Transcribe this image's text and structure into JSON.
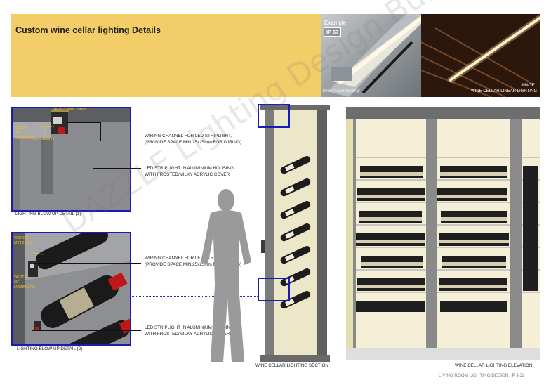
{
  "header": {
    "title": "Custom wine cellar lighting Details",
    "example_label": "Example",
    "ip_badge": "IP 67",
    "photo_url": "https://luxlu.lighting/",
    "image_caption_line1": "IMAGE :",
    "image_caption_line2": "WINE CELLAR LINEAR LIGHTING"
  },
  "detail1": {
    "varies_label": "VARIES/MIN 25mm",
    "depth_label_1": "DEPTH",
    "depth_label_2": "OF",
    "depth_label_3": "LUMINAIRE",
    "caption": "LIGHTING BLOW-UP DETAIL (1)",
    "note_wiring_1": "WIRING CHANNEL FOR LED STRIPLIGHT,",
    "note_wiring_2": "(PROVIDE SPACE MIN.25x25mm FOR WIRING)",
    "note_led_1": "LED STRIPLIGHT IN ALUMINIUM HOUSING",
    "note_led_2": "WITH FROSTED/MILKY ACRYLIC COVER"
  },
  "detail2": {
    "varies_label_1": "VARIES/",
    "varies_label_2": "MIN 25mm",
    "depth_label_1": "DEPTH",
    "depth_label_2": "OF",
    "depth_label_3": "LUMINAIRE",
    "caption": "LIGHTING BLOW-UP DETAIL (2)",
    "note_wiring_1": "WIRING CHANNEL FOR LED STRIPLIGHT,",
    "note_wiring_2": "(PROVIDE SPACE MIN.25x25mm FOR WIRING)",
    "note_led_1": "LED STRIPLIGHT IN ALUMINIUM HOUSING",
    "note_led_2": "WITH FROSTED/MILKY ACRYLIC COVER"
  },
  "section_caption": "WINE CELLAR LIGHTING SECTION",
  "elevation_caption": "WINE CELLAR LIGHTING ELEVATION",
  "footer": "LIVING ROOM LIGHTING DESIGN  :  P. I-32",
  "watermark": "DAZZLE Lighting Design Bureau",
  "colors": {
    "title_band": "#f3cd68",
    "detail_border": "#1a1ab4",
    "dimension_yellow": "#f0c020"
  }
}
